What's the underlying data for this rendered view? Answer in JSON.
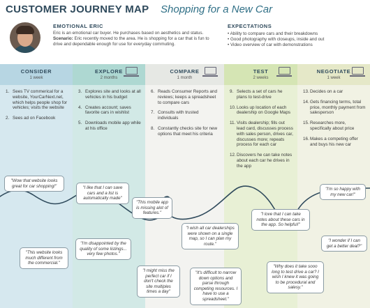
{
  "header": {
    "title": "CUSTOMER JOURNEY MAP",
    "subtitle": "Shopping for a New Car"
  },
  "persona": {
    "title": "EMOTIONAL ERIC",
    "description": "Eric is an emotional car buyer. He purchases based on aesthetics and status.",
    "scenario_label": "Scenario:",
    "scenario": "Eric recently moved to the area. He is shopping for a car that is fun to drive and dependable enough for use for everyday commuting."
  },
  "expectations": {
    "title": "EXPECTATIONS",
    "items": [
      "• Ability to compare cars and their breakdowns",
      "• Good photography with closeups, inside and out",
      "• Video overview of car with demonstrations"
    ]
  },
  "stages": [
    {
      "name": "CONSIDER",
      "duration": "1 week",
      "items": [
        {
          "num": "1.",
          "text": "Sees TV commerical for a website, YourCarNext.net, which helps people shop for vehicles; visits the website"
        },
        {
          "num": "2.",
          "text": "Sees ad on Facebook"
        }
      ]
    },
    {
      "name": "EXPLORE",
      "duration": "2 months",
      "items": [
        {
          "num": "3.",
          "text": "Explores site and looks at all vehicles in his budget"
        },
        {
          "num": "4.",
          "text": "Creates account; saves favorite cars in wishlist"
        },
        {
          "num": "5.",
          "text": "Downloads mobile app while at his office"
        }
      ]
    },
    {
      "name": "COMPARE",
      "duration": "1 month",
      "items": [
        {
          "num": "6.",
          "text": "Reads Consumer Reports and reviews; keeps a spreadsheet to compare cars"
        },
        {
          "num": "7.",
          "text": "Consults with trusted individuals"
        },
        {
          "num": "8.",
          "text": "Constantly checks site for new options that meet his criteria"
        }
      ]
    },
    {
      "name": "TEST",
      "duration": "2 weeks",
      "items": [
        {
          "num": "9.",
          "text": "Selects a set of cars he plans to test-drive"
        },
        {
          "num": "10.",
          "text": "Looks up location of each dealership on Google Maps"
        },
        {
          "num": "11.",
          "text": "Visits dealership; fills out lead card, discusses process with sales person, drives car, discusses more; repeats process for each car"
        },
        {
          "num": "12.",
          "text": "Discovers he can take notes about each car he drives in the app"
        }
      ]
    },
    {
      "name": "NEGOTIATE",
      "duration": "1 week",
      "items": [
        {
          "num": "13.",
          "text": "Decides on a car"
        },
        {
          "num": "14.",
          "text": "Gets financing terms, total price, monthly payment from salesperson"
        },
        {
          "num": "15.",
          "text": "Researches more, specifically about price"
        },
        {
          "num": "16.",
          "text": "Makes a competing offer and buys his new car"
        }
      ]
    }
  ],
  "quotes": [
    "\"Wow that website looks great for car shopping!\"",
    "\"This website looks much different from the commercial.\"",
    "\"I like that I can save cars and a list is automatically made\"",
    "\"I'm disappointed by the quality of some listings... very few photos.\"",
    "\"This mobile app is missing alot of features.\"",
    "\"I might miss the perfect car if I don't check the site multiples times a day\"",
    "\"I wish all car dealerships were shown on a single map, so I can plan my route.\"",
    "\"It's difficult to narrow down options and parse through competing resources. I have to use a spreadsheet.\"",
    "\"I love that I can take notes about these cars in the app. So helpful!\"",
    "\"Why does it take sooo long to test drive a car? I wish I knew it was going to be procedural and salesy.\"",
    "\"I'm so happy with my new car!\"",
    "\"I wonder if I can get a better deal?\""
  ]
}
